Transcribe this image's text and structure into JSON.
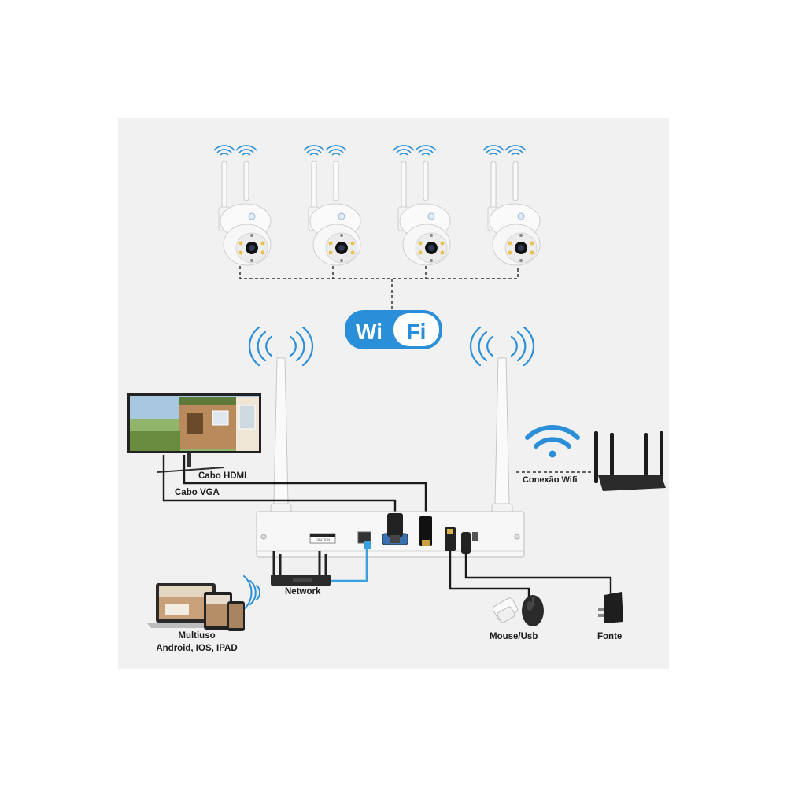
{
  "labels": {
    "cabo_hdmi": "Cabo HDMI",
    "cabo_vga": "Cabo VGA",
    "conexao_wifi": "Conexão Wifi",
    "network": "Network",
    "multiuso": "Multiuso",
    "multiuso_sub": "Android, IOS, IPAD",
    "mouse_usb": "Mouse/Usb",
    "fonte": "Fonte"
  },
  "wifi_logo": {
    "wi": "Wi",
    "fi": "Fi"
  },
  "nvr": {
    "caution": "CAUTION"
  },
  "colors": {
    "panel_bg": "#f1f1f1",
    "wifi_blue": "#2a8fd8",
    "cable_black": "#1a1a1a",
    "cable_blue": "#3aa0e0",
    "device_white": "#fafafa"
  },
  "icons": [
    "wifi-signal-icon",
    "router-icon",
    "monitor-icon",
    "mouse-icon",
    "power-adapter-icon",
    "laptop-icon",
    "tablet-icon",
    "phone-icon",
    "network-switch-icon"
  ]
}
